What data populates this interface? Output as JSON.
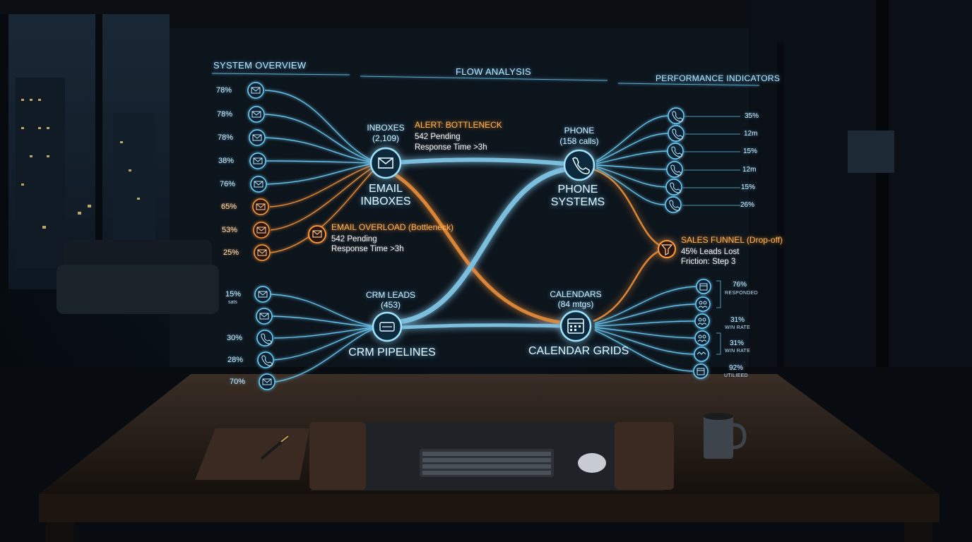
{
  "headers": {
    "system_overview": "SYSTEM OVERVIEW",
    "flow_analysis": "FLOW ANALYSIS",
    "performance_indicators": "PERFORMANCE INDICATORS"
  },
  "nodes": {
    "email": {
      "count_label": "INBOXES",
      "count_value": "(2,109)",
      "name_line1": "EMAIL",
      "name_line2": "INBOXES",
      "icon": "envelope-icon"
    },
    "phone": {
      "count_label": "PHONE",
      "count_value": "(158 calls)",
      "name_line1": "PHONE",
      "name_line2": "SYSTEMS",
      "icon": "phone-icon"
    },
    "crm": {
      "count_label": "CRM LEADS",
      "count_value": "(453)",
      "name": "CRM PIPELINES",
      "icon": "pipeline-icon"
    },
    "calendar": {
      "count_label": "CALENDARS",
      "count_value": "(84 mtgs)",
      "name": "CALENDAR GRIDS",
      "icon": "calendar-icon"
    }
  },
  "alerts": {
    "bottleneck": {
      "title": "ALERT: BOTTLENECK",
      "line1": "542 Pending",
      "line2": "Response Time >3h"
    },
    "email_overload": {
      "title": "EMAIL OVERLOAD (Bottleneck)",
      "line1": "542 Pending",
      "line2": "Response Time >3h"
    },
    "sales_funnel": {
      "title": "SALES FUNNEL (Drop-off)",
      "line1": "45% Leads Lost",
      "line2": "Friction: Step 3"
    }
  },
  "left_email_inputs": [
    "78%",
    "78%",
    "78%",
    "38%",
    "76%",
    "65%",
    "53%",
    "25%"
  ],
  "left_crm_inputs": {
    "items": [
      "15%",
      "",
      "30%",
      "28%",
      "70%"
    ],
    "first_sub": "sats"
  },
  "right_phone_metrics": [
    "35%",
    "12m",
    "15%",
    "12m",
    "15%",
    "26%"
  ],
  "right_calendar_metrics": [
    {
      "value": "76%",
      "label": "RESPONDED"
    },
    {
      "value": "31%",
      "label": "WIN RATE"
    },
    {
      "value": "31%",
      "label": "WIN RATE"
    },
    {
      "value": "92%",
      "label": "UTILIEED"
    }
  ],
  "colors": {
    "cyan": "#6fd3ff",
    "orange": "#ff9a3c",
    "alert_orange": "#ffb35c"
  }
}
